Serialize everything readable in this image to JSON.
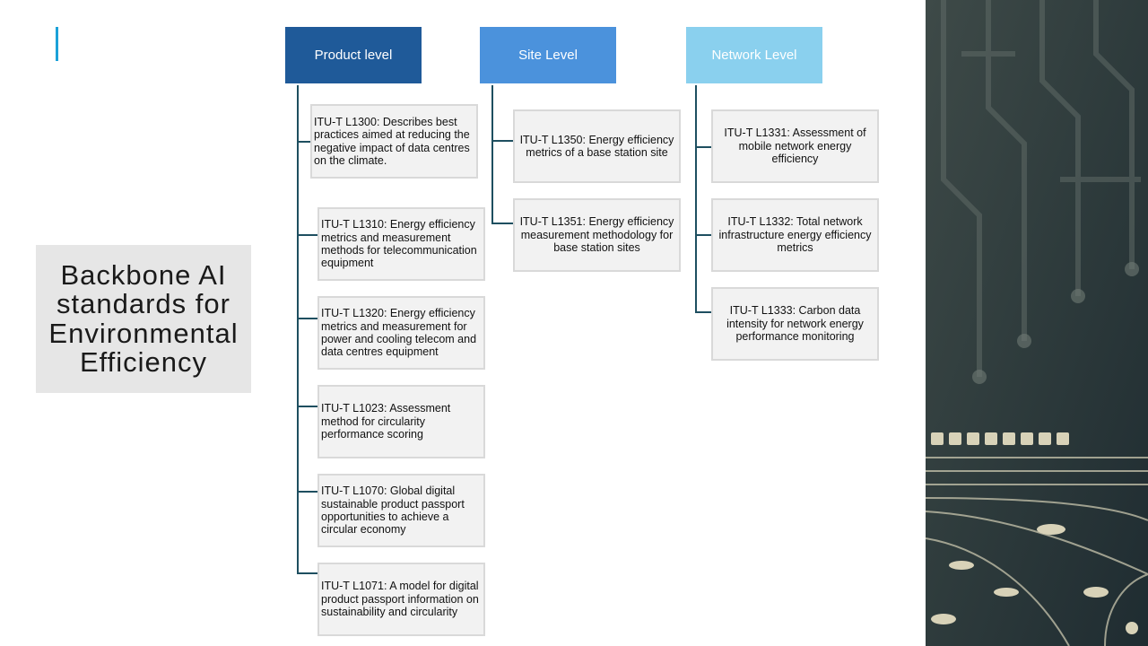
{
  "slide": {
    "title": "Backbone AI\nstandards for\nEnvironmental\nEfficiency"
  },
  "columns": [
    {
      "header": "Product level",
      "items": [
        "ITU-T L1300: Describes best practices aimed at reducing the negative impact of data centres on the climate.",
        "ITU-T L1310:  Energy efficiency metrics and measurement methods for telecommunication equipment",
        "ITU-T L1320: Energy efficiency metrics and measurement for power and cooling telecom and data centres equipment",
        "ITU-T L1023: Assessment method for circularity performance scoring",
        "ITU-T L1070:  Global digital sustainable product passport opportunities to achieve a circular economy",
        "ITU-T L1071:  A model for digital product passport information on sustainability and circularity"
      ]
    },
    {
      "header": "Site Level",
      "items": [
        "ITU-T L1350: Energy efficiency metrics of a base station site",
        "ITU-T L1351: Energy efficiency measurement methodology for base station sites"
      ]
    },
    {
      "header": "Network Level",
      "items": [
        "ITU-T L1331: Assessment of mobile network energy efficiency",
        "ITU-T L1332: Total network infrastructure energy efficiency metrics",
        "ITU-T L1333: Carbon data intensity for network energy performance monitoring"
      ]
    }
  ],
  "colors": {
    "product_header": "#1f5a99",
    "site_header": "#4b92dc",
    "network_header": "#8ad0ee",
    "accent": "#1ba1d8",
    "connector": "#1e4f60"
  },
  "decor": {
    "background_image": "circuit-board-image"
  }
}
